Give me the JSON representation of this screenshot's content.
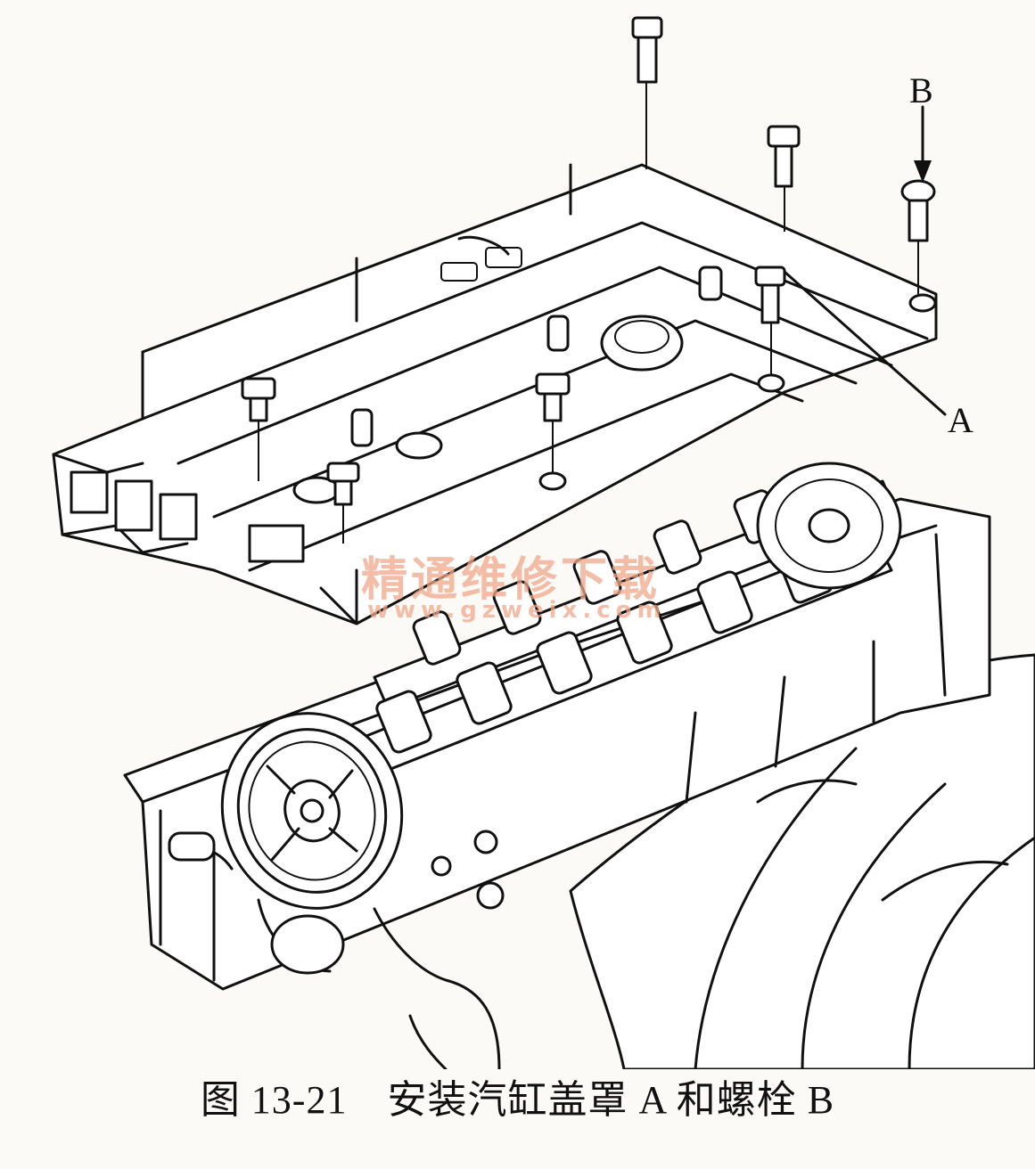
{
  "figure": {
    "label_a": "A",
    "label_b": "B",
    "watermark_cn": "精通维修下载",
    "watermark_url": "www.gzweix.com",
    "caption": "图 13-21　安装汽缸盖罩 A 和螺栓 B"
  }
}
